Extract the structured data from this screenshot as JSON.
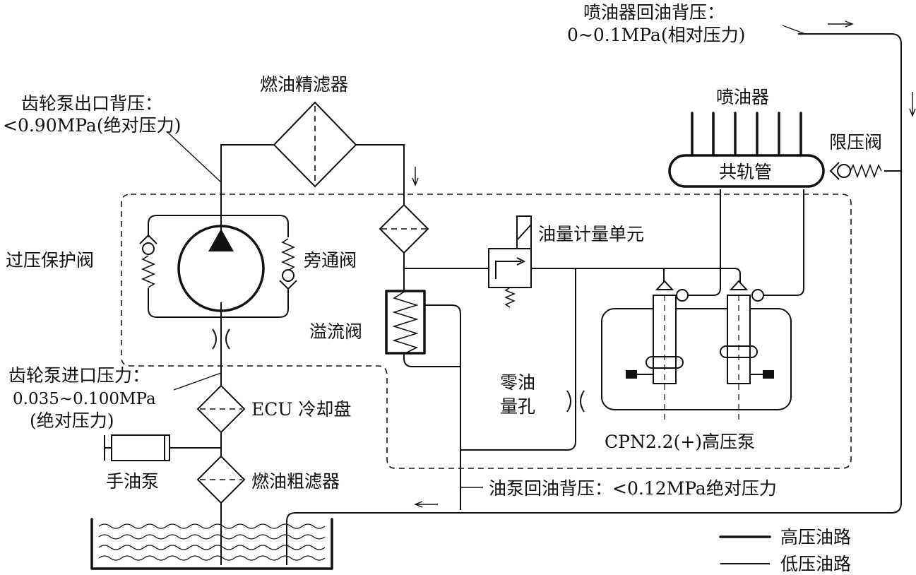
{
  "labels": {
    "injector_return_pressure": "喷油器回油背压：",
    "injector_return_value": "0~0.1MPa(相对压力)",
    "fine_filter": "燃油精滤器",
    "gear_pump_outlet": "齿轮泵出口背压：",
    "gear_pump_outlet_value": "<0.90MPa(绝对压力)",
    "injector": "喷油器",
    "pressure_limit_valve": "限压阀",
    "common_rail": "共轨管",
    "overpressure_valve": "过压保护阀",
    "bypass_valve": "旁通阀",
    "metering_unit": "油量计量单元",
    "overflow_valve": "溢流阀",
    "gear_pump_inlet": "齿轮泵进口压力：",
    "gear_pump_inlet_value": "0.035~0.100MPa",
    "gear_pump_inlet_note": "(绝对压力)",
    "ecu_cooling": "ECU 冷却盘",
    "zero_oil_hole_1": "零油",
    "zero_oil_hole_2": "量孔",
    "hp_pump": "CPN2.2(+)高压泵",
    "hand_pump": "手油泵",
    "coarse_filter": "燃油粗滤器",
    "pump_return_pressure": "油泵回油背压：<0.12MPa绝对压力",
    "legend_high": "高压油路",
    "legend_low": "低压油路"
  },
  "icons": [
    "pump-triangle-icon",
    "check-valve-icon",
    "spring-icon",
    "filter-icon",
    "orifice-icon",
    "solenoid-icon"
  ],
  "colors": {
    "line": "#111111",
    "background": "#ffffff"
  }
}
